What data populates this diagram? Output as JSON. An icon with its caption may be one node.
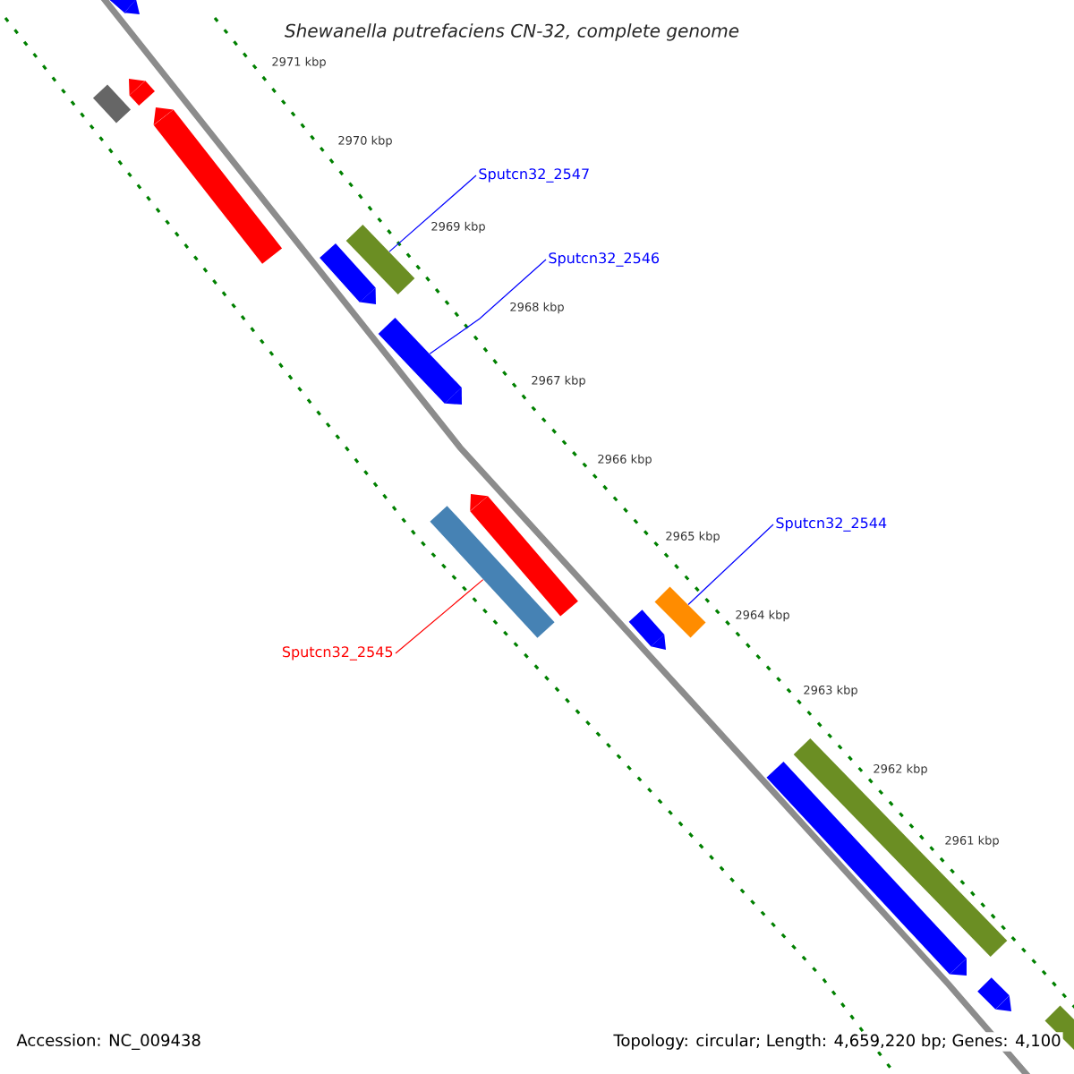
{
  "diagram": {
    "title": "Shewanella putrefaciens CN-32, complete genome",
    "nodes": [
      {
        "text": [
          "Sputcn32_2547"
        ]
      },
      {
        "text": [],
        "shape": "bar"
      },
      {
        "text": [
          "Sputcn32_2546"
        ]
      },
      {
        "text": [],
        "shape": "arrow"
      },
      {
        "text": [
          "Sputcn32_2544"
        ]
      },
      {
        "text": [],
        "shape": "bar"
      },
      {
        "text": [
          "Sputcn32_2545"
        ]
      },
      {
        "text": [],
        "shape": "bar"
      },
      {
        "text": [],
        "shape": "arrow"
      },
      {
        "text": [],
        "shape": "arrow"
      },
      {
        "text": [],
        "shape": "bar"
      },
      {
        "text": [],
        "shape": "arrow"
      },
      {
        "text": [],
        "shape": "arrow"
      },
      {
        "text": [],
        "shape": "arrow"
      },
      {
        "text": [],
        "shape": "arrow"
      },
      {
        "text": [],
        "shape": "bar"
      },
      {
        "text": [],
        "shape": "arrow"
      },
      {
        "text": [],
        "shape": "arrow"
      },
      {
        "text": [],
        "shape": "bar"
      }
    ],
    "edges": [
      {
        "from": 0,
        "to": 1,
        "arrow": "none"
      },
      {
        "from": 2,
        "to": 3,
        "arrow": "none"
      },
      {
        "from": 4,
        "to": 5,
        "arrow": "none"
      },
      {
        "from": 6,
        "to": 7,
        "arrow": "none",
        "color": "#ff0000"
      }
    ],
    "labels": [
      "2971 kbp",
      "2970 kbp",
      "2969 kbp",
      "2968 kbp",
      "2967 kbp",
      "2966 kbp",
      "2965 kbp",
      "2964 kbp",
      "2963 kbp",
      "2962 kbp",
      "2961 kbp",
      "Accession: NC_009438",
      "Topology: circular; Length: 4,659,220 bp; Genes: 4,100"
    ]
  }
}
